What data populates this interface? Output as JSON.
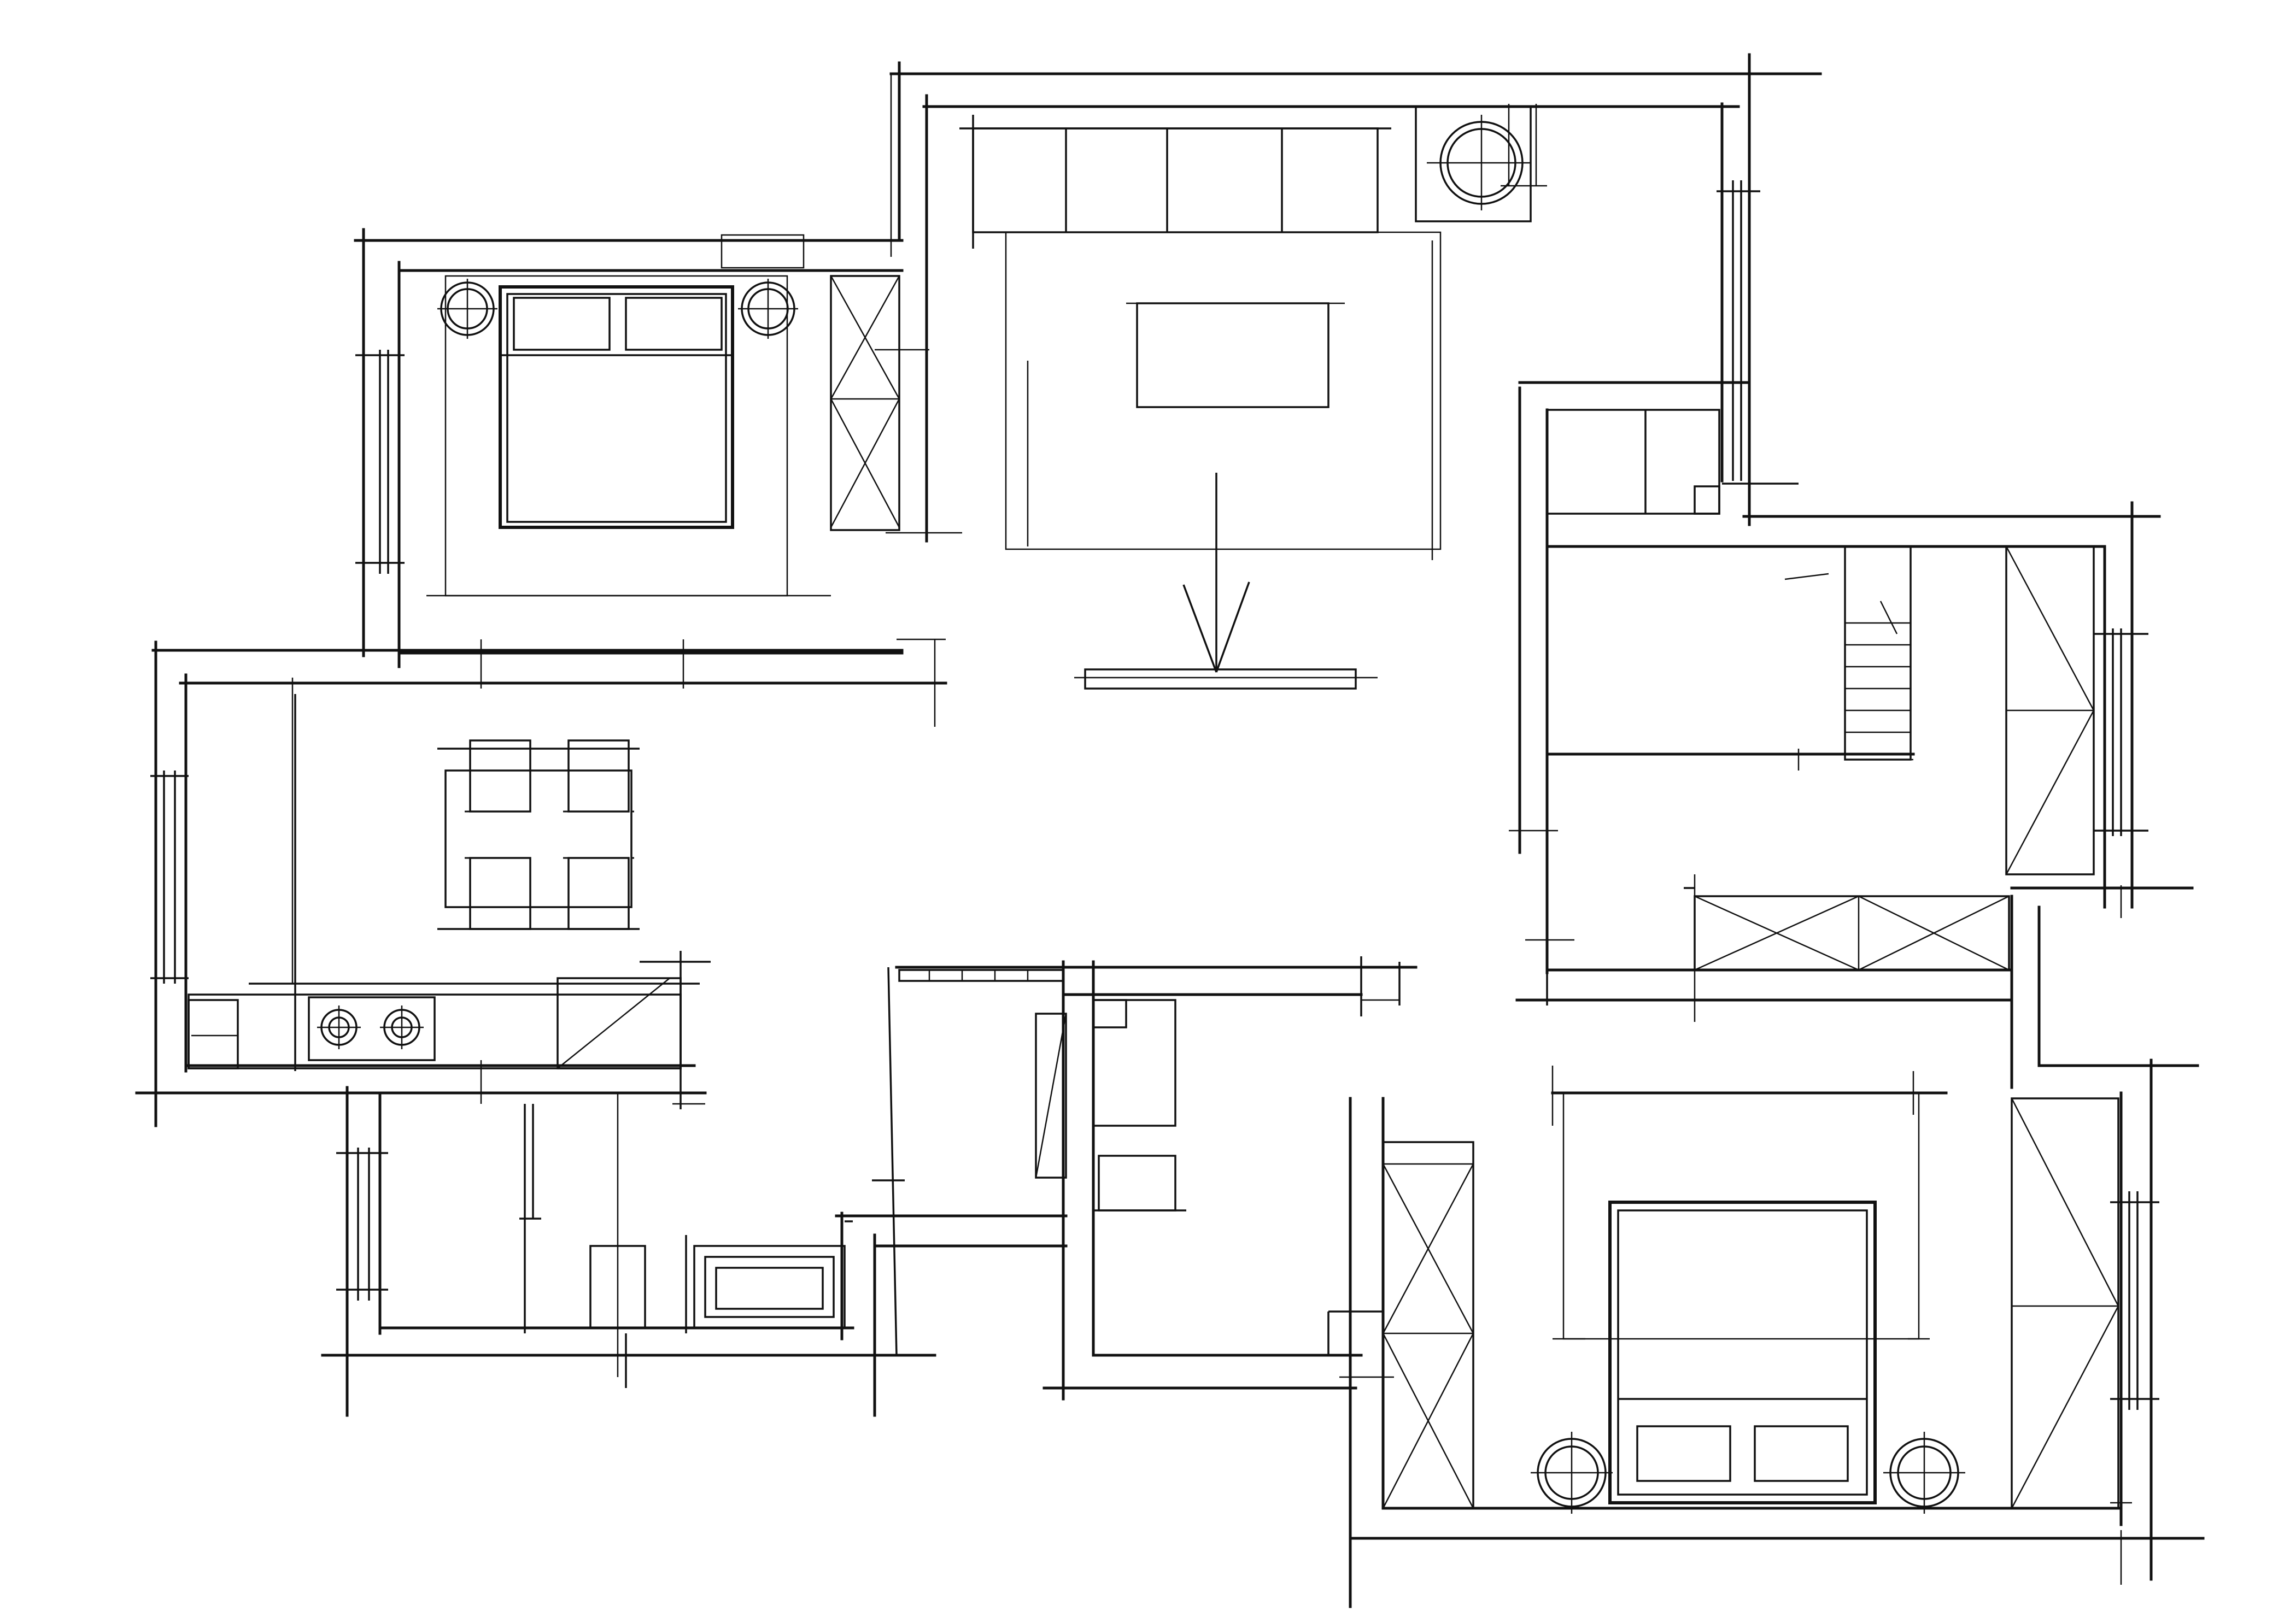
{
  "colors": {
    "background": "#ffffff",
    "ink": "#111111"
  },
  "drawing": {
    "style": "hand-sketched architectural floor plan",
    "text_labels": []
  },
  "rooms": [
    {
      "id": "bedroom-1",
      "furniture": [
        "double-bed",
        "two-pillows",
        "two-nightstand-lamps",
        "wardrobe"
      ]
    },
    {
      "id": "living-room",
      "furniture": [
        "sofa",
        "coffee-table",
        "tv-console",
        "floor-lamp"
      ]
    },
    {
      "id": "dining-kitchen",
      "furniture": [
        "dining-table",
        "four-chairs",
        "two-burner-hob",
        "counter"
      ]
    },
    {
      "id": "bathroom",
      "furniture": [
        "bathtub",
        "vanity"
      ]
    },
    {
      "id": "study-stair",
      "furniture": [
        "desk",
        "staircase",
        "wardrobe"
      ]
    },
    {
      "id": "hallway",
      "furniture": [
        "wardrobe",
        "shelf-unit"
      ]
    },
    {
      "id": "bedroom-2",
      "furniture": [
        "double-bed",
        "two-pillows",
        "two-nightstand-lamps",
        "wardrobe"
      ]
    }
  ]
}
